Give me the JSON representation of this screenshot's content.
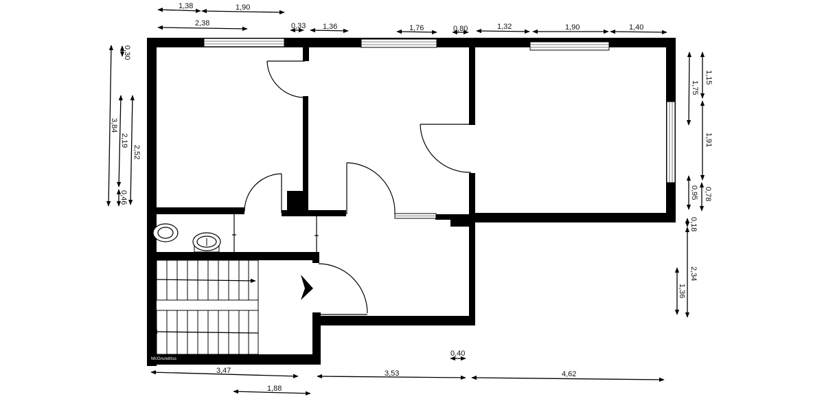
{
  "plan": {
    "watermark": "McGrundriss",
    "dimensions_top": [
      {
        "id": "t1",
        "label": "1,38"
      },
      {
        "id": "t2",
        "label": "1,90"
      },
      {
        "id": "t3",
        "label": "2,38"
      },
      {
        "id": "t4",
        "label": "0,33"
      },
      {
        "id": "t5",
        "label": "1,36"
      },
      {
        "id": "t6",
        "label": "1,76"
      },
      {
        "id": "t7",
        "label": "0,80"
      },
      {
        "id": "t8",
        "label": "1,32"
      },
      {
        "id": "t9",
        "label": "1,90"
      },
      {
        "id": "t10",
        "label": "1,40"
      }
    ],
    "dimensions_left": [
      {
        "id": "l1",
        "label": "0,30"
      },
      {
        "id": "l2",
        "label": "3,84"
      },
      {
        "id": "l3",
        "label": "2,19"
      },
      {
        "id": "l4",
        "label": "2,52"
      },
      {
        "id": "l5",
        "label": "0,46"
      }
    ],
    "dimensions_right": [
      {
        "id": "r1",
        "label": "1,15"
      },
      {
        "id": "r2",
        "label": "1,75"
      },
      {
        "id": "r3",
        "label": "1,91"
      },
      {
        "id": "r4",
        "label": "0,95"
      },
      {
        "id": "r5",
        "label": "0,78"
      },
      {
        "id": "r6",
        "label": "0,18"
      },
      {
        "id": "r7",
        "label": "2,34"
      },
      {
        "id": "r8",
        "label": "1,36"
      }
    ],
    "dimensions_bottom": [
      {
        "id": "b1",
        "label": "3,47"
      },
      {
        "id": "b2",
        "label": "3,53"
      },
      {
        "id": "b3",
        "label": "0,40"
      },
      {
        "id": "b4",
        "label": "4,62"
      },
      {
        "id": "b5",
        "label": "1,88"
      }
    ],
    "colors": {
      "wall": "#000000",
      "background": "#ffffff",
      "window_lines": "#555555"
    }
  }
}
